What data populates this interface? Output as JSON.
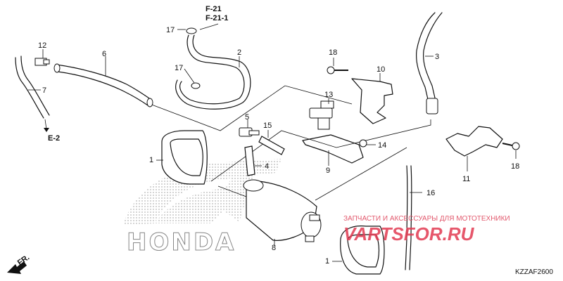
{
  "diagram": {
    "reference_labels": {
      "f21": "F-21",
      "f21_1": "F-21-1",
      "e2": "E-2",
      "front": "FR."
    },
    "callouts": [
      {
        "id": "c1a",
        "text": "1"
      },
      {
        "id": "c1b",
        "text": "1"
      },
      {
        "id": "c2",
        "text": "2"
      },
      {
        "id": "c3",
        "text": "3"
      },
      {
        "id": "c4",
        "text": "4"
      },
      {
        "id": "c5",
        "text": "5"
      },
      {
        "id": "c6",
        "text": "6"
      },
      {
        "id": "c7",
        "text": "7"
      },
      {
        "id": "c8",
        "text": "8"
      },
      {
        "id": "c9",
        "text": "9"
      },
      {
        "id": "c10",
        "text": "10"
      },
      {
        "id": "c11",
        "text": "11"
      },
      {
        "id": "c12",
        "text": "12"
      },
      {
        "id": "c13",
        "text": "13"
      },
      {
        "id": "c14",
        "text": "14"
      },
      {
        "id": "c15",
        "text": "15"
      },
      {
        "id": "c16",
        "text": "16"
      },
      {
        "id": "c17a",
        "text": "17"
      },
      {
        "id": "c17b",
        "text": "17"
      },
      {
        "id": "c18a",
        "text": "18"
      },
      {
        "id": "c18b",
        "text": "18"
      }
    ],
    "background_logo": "HONDA",
    "diagram_code": "KZZAF2600"
  },
  "watermark": {
    "line1": "ЗАПЧАСТИ И АКСЕССУАРЫ ДЛЯ МОТОТЕХНИКИ",
    "line2": "VARTSFOR.RU",
    "color": "#e23a52"
  }
}
